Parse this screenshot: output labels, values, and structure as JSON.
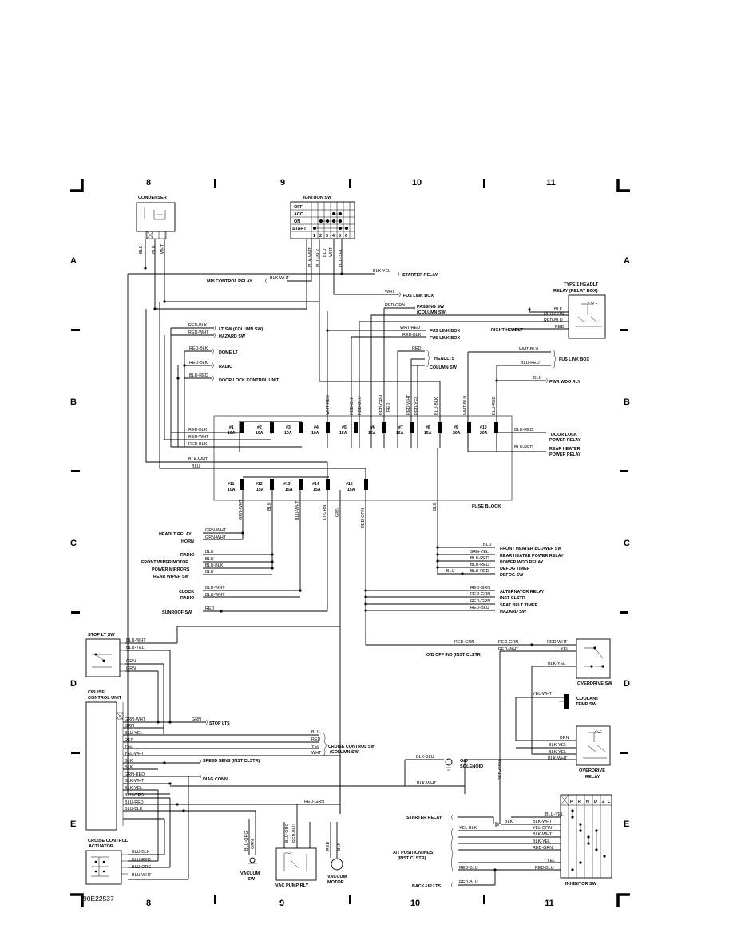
{
  "grid": {
    "columns_top": [
      "8",
      "9",
      "10",
      "11"
    ],
    "columns_bottom": [
      "8",
      "9",
      "10",
      "11"
    ],
    "rows": [
      "A",
      "B",
      "C",
      "D",
      "E"
    ]
  },
  "diagram_id": "90E22537",
  "components": {
    "condenser": "CONDENSER",
    "ignition_sw": "IGNITION SW",
    "ign_positions": [
      "OFF",
      "ACC",
      "ON",
      "START"
    ],
    "ign_terminals": [
      "1",
      "2",
      "3",
      "4",
      "5",
      "6"
    ],
    "type1_headlt": "TYPE 1 HEADLT",
    "type1_headlt_2": "RELAY (RELAY BOX)",
    "fuse_block": "FUSE BLOCK",
    "stop_lt_sw": "STOP LT SW",
    "cruise_unit": "CRUISE",
    "cruise_unit_2": "CONTROL UNIT",
    "cruise_actuator": "CRUISE CONTROL",
    "cruise_actuator_2": "ACTUATOR",
    "vacuum_sw": "VACUUM",
    "vacuum_sw_2": "SW",
    "vac_pump_rly": "VAC PUMP RLY",
    "vacuum_motor": "VACUUM",
    "vacuum_motor_2": "MOTOR",
    "overdrive_sw": "OVERDRIVE SW",
    "coolant_temp": "COOLANT",
    "coolant_temp_2": "TEMP SW",
    "overdrive_relay": "OVERDRIVE",
    "overdrive_relay_2": "RELAY",
    "od_solenoid": "O/D",
    "od_solenoid_2": "SOLENOID",
    "inhibitor_sw": "INHIBITOR SW",
    "inhibitor_positions": [
      "P",
      "R",
      "N",
      "D",
      "2",
      "L"
    ]
  },
  "fuses": [
    {
      "num": "#1",
      "amp": "10A"
    },
    {
      "num": "#2",
      "amp": "10A"
    },
    {
      "num": "#3",
      "amp": "10A"
    },
    {
      "num": "#4",
      "amp": "10A"
    },
    {
      "num": "#5",
      "amp": "15A"
    },
    {
      "num": "#6",
      "amp": "15A"
    },
    {
      "num": "#7",
      "amp": "15A"
    },
    {
      "num": "#8",
      "amp": "15A"
    },
    {
      "num": "#9",
      "amp": "20A"
    },
    {
      "num": "#10",
      "amp": "20A"
    },
    {
      "num": "#11",
      "amp": "10A"
    },
    {
      "num": "#12",
      "amp": "15A"
    },
    {
      "num": "#13",
      "amp": "15A"
    },
    {
      "num": "#14",
      "amp": "15A"
    },
    {
      "num": "#15",
      "amp": "15A"
    }
  ],
  "destinations": {
    "starter_relay": "STARTER RELAY",
    "mpi_control_relay": "MPI CONTROL RELAY",
    "fus_link_box": "FUS LINK BOX",
    "passing_sw": "PASSING SW",
    "passing_sw_2": "(COLUMN SW)",
    "right_headlt": "RIGHT HEADLT",
    "lt_sw": "LT SW (COLUMN SW)",
    "hazard_sw": "HAZARD SW",
    "fus_link_box_a": "FUS LINK BOX",
    "fus_link_box_b": "FUS LINK BOX",
    "dome_lt": "DOME LT",
    "radio": "RADIO",
    "headlts": "HEADLTS",
    "column_sw": "COLUMN SW",
    "fus_link_box_c": "FUS LINK BOX",
    "door_lock_cu": "DOOR LOCK CONTROL UNIT",
    "pwr_wdo_rly": "PWR WDO RLY",
    "door_lock_pr": "DOOR LOCK",
    "door_lock_pr_2": "POWER RELAY",
    "rear_heater_pr": "REAR HEATER",
    "rear_heater_pr_2": "POWER RELAY",
    "headlt_relay": "HEADLT RELAY",
    "horn": "HORN",
    "radio_c": "RADIO",
    "front_wiper": "FRONT WIPER MOTOR",
    "power_mirrors": "POWER MIRRORS",
    "rear_wiper": "REAR WIPER SW",
    "clock": "CLOCK",
    "radio_c2": "RADIO",
    "sunroof": "SUNROOF SW",
    "front_heater_blower": "FRONT HEATER BLOWER SW",
    "rear_heater_power": "REAR HEATER POWER RELAY",
    "power_wdo_relay": "POWER WDO RELAY",
    "defog_timer": "DEFOG TIMER",
    "defog_sw": "DEFOG SW",
    "alternator_relay": "ALTERNATOR RELAY",
    "inst_clstr": "INST CLSTR",
    "seat_belt_timer": "SEAT BELT TIMER",
    "hazard_sw_c": "HAZARD SW",
    "od_off_ind": "O/D OFF IND (INST CLSTR)",
    "stop_lts": "STOP LTS",
    "cruise_control_sw": "CRUISE CONTROL SW",
    "cruise_control_sw_2": "(COLUMN SW)",
    "speed_sens": "SPEED SENS (INST CLSTR)",
    "diag_conn": "DIAG CONN",
    "starter_relay_e": "STARTER RELAY",
    "at_position": "A/T POSITION INDS",
    "at_position_2": "(INST CLSTR)",
    "back_up_lts": "BACK-UP LTS"
  },
  "wires": {
    "condenser": [
      "BLK",
      "BLU",
      "WHT"
    ],
    "ign_sw": [
      "BLK-WHT",
      "BLU-BLK",
      "BLU",
      "WHT",
      "BLU-YEL"
    ],
    "blk_yel": "BLK-YEL",
    "blk_wht": "BLK-WHT",
    "wht": "WHT",
    "red_grn": "RED-GRN",
    "relay_box": [
      "BLK",
      "RED-GRN",
      "RED-BLU",
      "RED"
    ],
    "red_blk": "RED-BLK",
    "red_wht": "RED-WHT",
    "wht_red": "WHT-RED",
    "red_blk_b": "RED-BLK",
    "red_blk_c": "RED-BLK",
    "red_blk_d": "RED-BLK",
    "red": "RED",
    "red_yel": "RED-YEL",
    "wht_blu": "WHT-BLU",
    "blu_red": "BLU-RED",
    "blu": "BLU",
    "upper_vertical": [
      "WHT-RED",
      "RED-BLK",
      "RED-BLU",
      "RED-GRN",
      "RED",
      "RED-WHT",
      "RED-YEL",
      "BLU-BLK",
      "WHT-BLU",
      "BLU-RED"
    ],
    "fuse_left": [
      "RED-BLK",
      "RED-WHT",
      "RED-BLK",
      "BLK-WHT",
      "BLU"
    ],
    "fuse_right": [
      "BLU-RED",
      "BLU-RED"
    ],
    "lower_vertical": [
      "GRN-WHT",
      "BLU",
      "BLU-WHT",
      "LT GRN",
      "GRN",
      "RED-GRN",
      "BLU"
    ],
    "headlt_horn": [
      "GRN-WHT",
      "GRN-WHT"
    ],
    "radio_group": [
      "BLU",
      "BLU",
      "BLU-BLK",
      "BLU"
    ],
    "clock_group": [
      "BLU-WHT",
      "BLU-WHT"
    ],
    "sunroof": "RED",
    "blu_group": [
      "BLU",
      "GRN-YEL",
      "BLU-RED",
      "BLU-RED",
      "BLU-RED"
    ],
    "blu_defog": "BLU",
    "red_grn_group": [
      "RED-GRN",
      "RED-GRN",
      "RED-GRN",
      "RED-BLU"
    ],
    "od": [
      "RED-GRN",
      "RED-GRN",
      "RED-WHT",
      "RED-WHT",
      "YEL",
      "BLK-YEL"
    ],
    "yel_wht": "YEL-WHT",
    "od_relay": [
      "BRN",
      "BLK-YEL",
      "BLK-YEL",
      "BLK-WHT"
    ],
    "blk_blu": "BLK-BLU",
    "blk_wht_e": "BLK-WHT",
    "stop_lt_sw": [
      "BLU-WHT",
      "BLU-YEL",
      "GRN",
      "GRN"
    ],
    "cruise_unit": [
      "GRN-WHT",
      "GRN",
      "BLU-YEL",
      "RED",
      "YEL",
      "YEL-WHT",
      "BLK",
      "BLK",
      "GRN-RED",
      "BLK-WHT",
      "BLK-YEL",
      "BLU-ORG",
      "BLU-RED",
      "BLU-BLK"
    ],
    "stop_lts": "GRN",
    "cruise_sw": [
      "BLU",
      "RED",
      "YEL",
      "WHT"
    ],
    "red_grn_e": "RED-GRN",
    "actuator": [
      "BLU-BLK",
      "BLU-RED",
      "BLU-ORG",
      "BLU-WHT"
    ],
    "vac": [
      "BLU-ORG",
      "GRN",
      "BLU-ORG",
      "RED-BLU",
      "RED",
      "BLK"
    ],
    "inhibitor": [
      "BLU-YEL",
      "BLK-WHT",
      "YEL-GRN",
      "BLK-WHT",
      "BLK-YEL",
      "RED-GRN",
      "YEL",
      "RED-BLU"
    ],
    "blk_e": "BLK",
    "yel_blk": "YEL-BLK",
    "red_blu": "RED-BLU",
    "red_blu_2": "RED-BLU",
    "red_grn_od": "RED-GRN"
  }
}
